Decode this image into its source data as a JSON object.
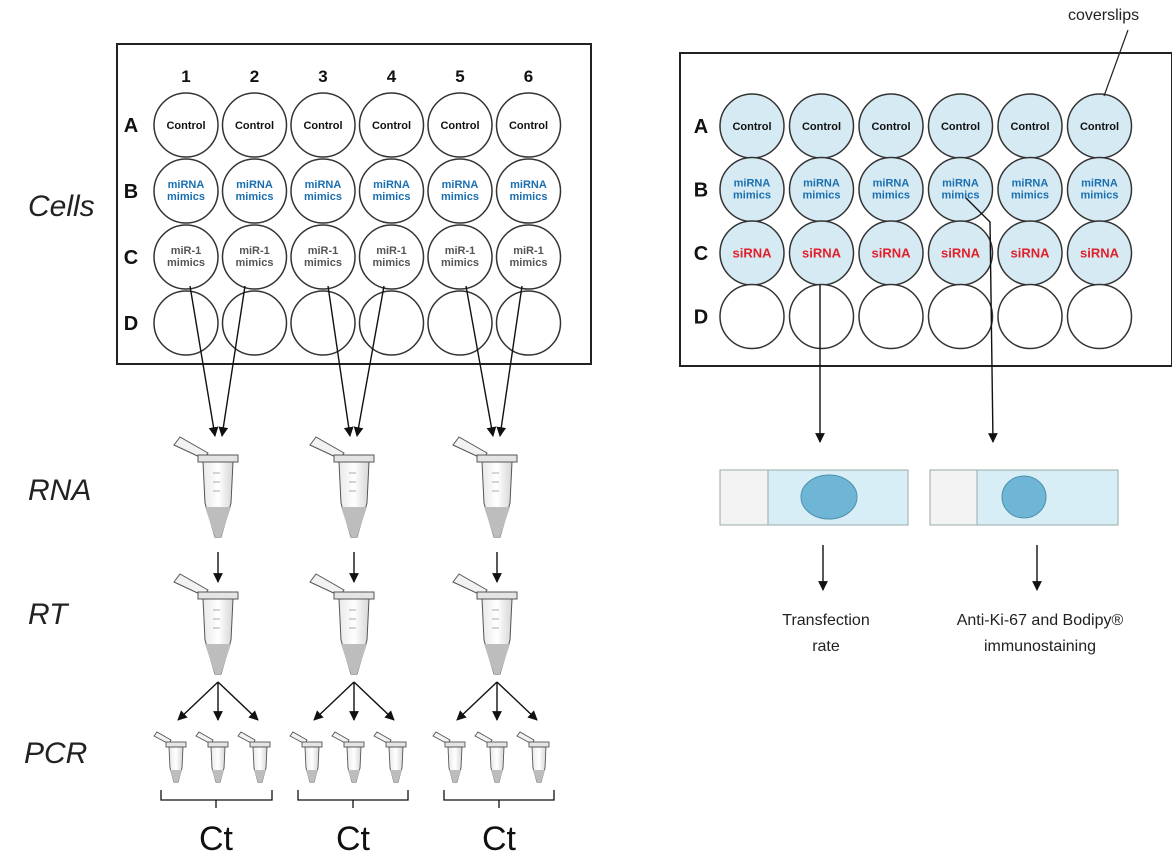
{
  "side_labels": {
    "cells": "Cells",
    "rna": "RNA",
    "rt": "RT",
    "pcr": "PCR"
  },
  "columns": [
    "1",
    "2",
    "3",
    "4",
    "5",
    "6"
  ],
  "rows": [
    "A",
    "B",
    "C",
    "D"
  ],
  "left_plate": {
    "row_a": [
      "Control"
    ],
    "row_b": [
      "miRNA",
      "mimics"
    ],
    "row_c": [
      "miR-1",
      "mimics"
    ]
  },
  "right_plate": {
    "coverslips_label": "coverslips",
    "row_a": [
      "Control"
    ],
    "row_b": [
      "miRNA",
      "mimics"
    ],
    "row_c": [
      "siRNA"
    ]
  },
  "ct_label": "Ct",
  "captions": {
    "transfection": [
      "Transfection",
      "rate"
    ],
    "staining": [
      "Anti-Ki-67 and Bodipy®",
      "immunostaining"
    ]
  },
  "colors": {
    "control_text": "#111111",
    "mimics_text": "#1a6fb0",
    "mir1_text": "#555555",
    "sirna_text": "#e0202a",
    "coverslip_fill": "#d5eaf3",
    "slide_fill": "#d8eef6",
    "spot_fill": "#6fb6d6",
    "tube_fill": "#bdbdbd"
  }
}
